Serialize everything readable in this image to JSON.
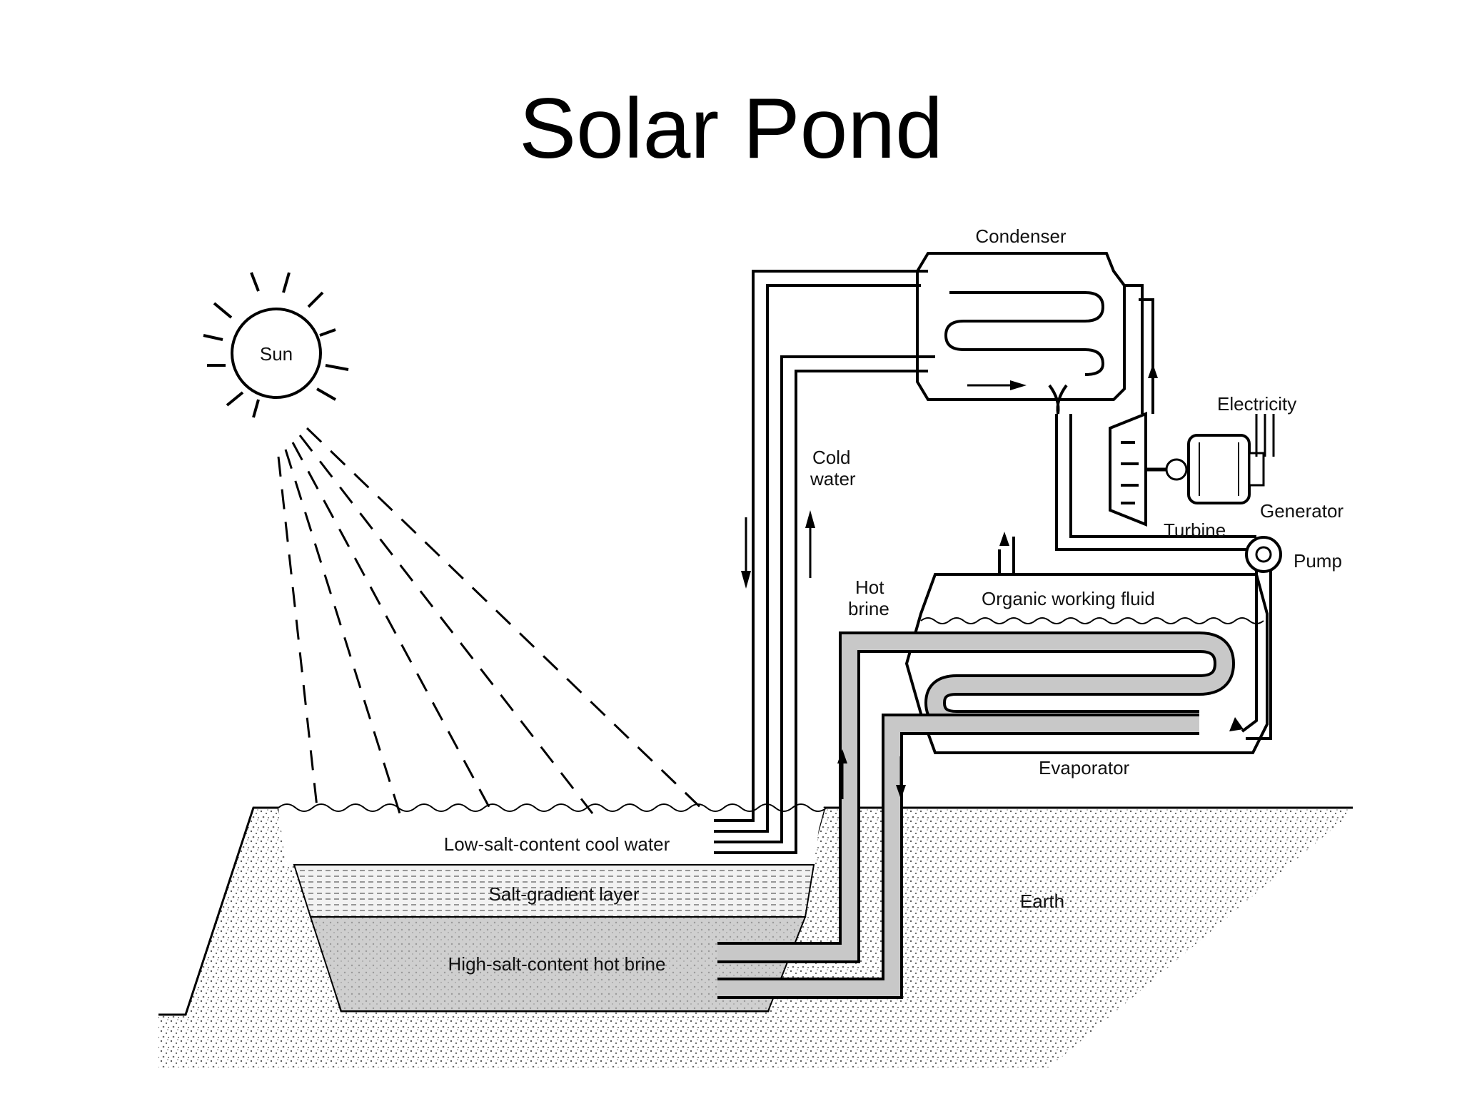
{
  "title": "Solar Pond",
  "labels": {
    "sun": "Sun",
    "condenser": "Condenser",
    "cold_water_line1": "Cold",
    "cold_water_line2": "water",
    "electricity": "Electricity",
    "generator": "Generator",
    "turbine": "Turbine",
    "pump": "Pump",
    "hot_brine_line1": "Hot",
    "hot_brine_line2": "brine",
    "organic_working_fluid": "Organic working fluid",
    "evaporator": "Evaporator",
    "low_salt": "Low-salt-content cool water",
    "salt_gradient": "Salt-gradient layer",
    "high_salt": "High-salt-content hot brine",
    "earth": "Earth"
  },
  "colors": {
    "line": "#000000",
    "hot_brine_fill": "#c8c8c8",
    "gradient_fill": "#e4e4e4",
    "earth_speckle": "#555555"
  }
}
